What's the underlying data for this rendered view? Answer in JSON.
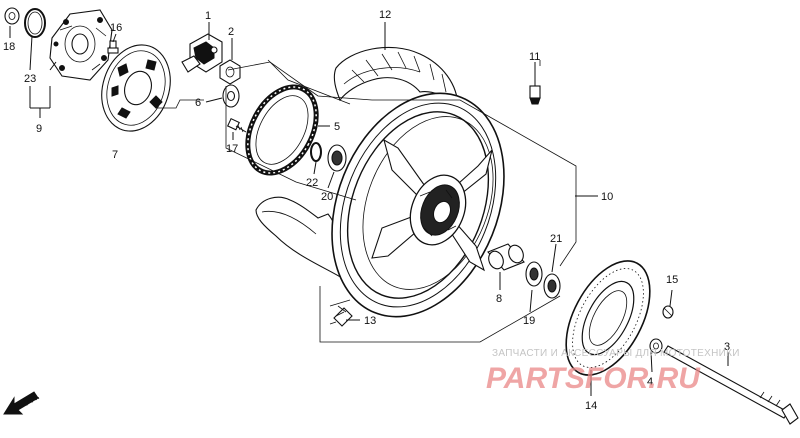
{
  "diagram": {
    "callouts": {
      "p1": "1",
      "p2": "2",
      "p3": "3",
      "p4": "4",
      "p5": "5",
      "p6": "6",
      "p7": "7",
      "p8": "8",
      "p9": "9",
      "p10": "10",
      "p11": "11",
      "p12": "12",
      "p13": "13",
      "p14": "14",
      "p15": "15",
      "p16": "16",
      "p17": "17",
      "p18": "18",
      "p19": "19",
      "p20": "20",
      "p21": "21",
      "p22": "22",
      "p23": "23"
    },
    "direction_label": "FR.",
    "watermark": {
      "line1": "ЗАПЧАСТИ И АКСЕССУАРЫ ДЛЯ МОТОТЕХНИКИ",
      "logo": "PARTSFOR.RU"
    }
  }
}
